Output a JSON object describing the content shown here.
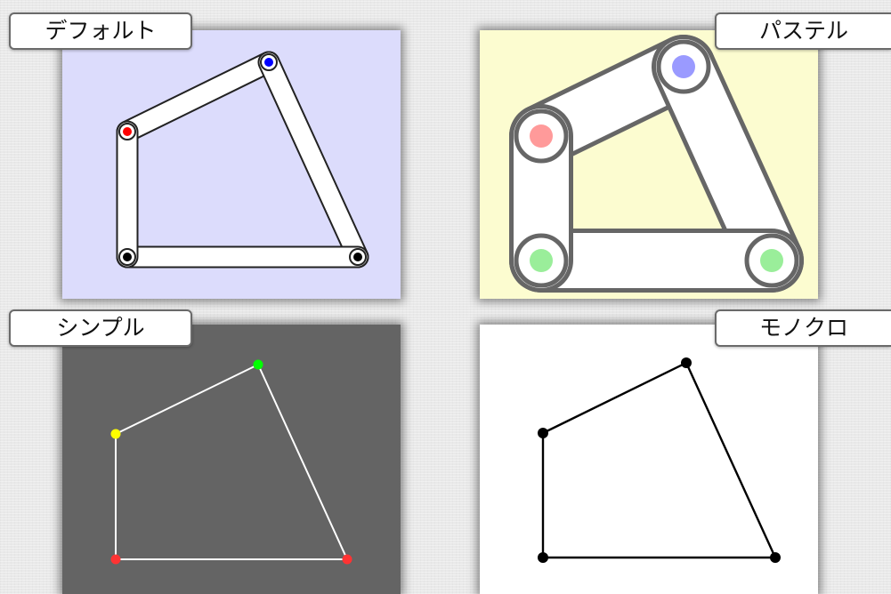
{
  "themes": [
    {
      "key": "default",
      "label": "デフォルト",
      "background": "#dcdcfc",
      "link_fill": "#ffffff",
      "link_stroke": "#222222",
      "joint_colors": [
        "#ff0000",
        "#0000ff",
        "#000000",
        "#000000"
      ]
    },
    {
      "key": "pastel",
      "label": "パステル",
      "background": "#fcfcd0",
      "link_fill": "#ffffff",
      "link_stroke": "#666666",
      "joint_colors": [
        "#ff9a9a",
        "#9a9aff",
        "#9aee9a",
        "#9aee9a"
      ]
    },
    {
      "key": "simple",
      "label": "シンプル",
      "background": "#646464",
      "link_stroke": "#ffffff",
      "joint_colors": [
        "#ffff00",
        "#00ff00",
        "#ff3333",
        "#ff3333"
      ]
    },
    {
      "key": "mono",
      "label": "モノクロ",
      "background": "#ffffff",
      "link_stroke": "#000000",
      "joint_colors": [
        "#000000",
        "#000000",
        "#000000",
        "#000000"
      ]
    }
  ]
}
